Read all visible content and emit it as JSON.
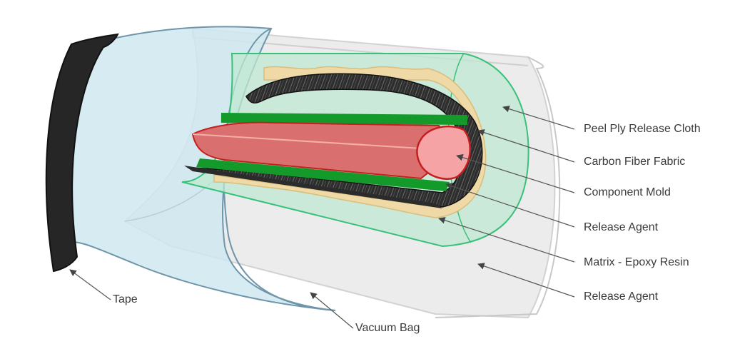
{
  "labels": {
    "peel_ply": "Peel Ply Release Cloth",
    "carbon_fiber": "Carbon Fiber Fabric",
    "component_mold": "Component Mold",
    "release_agent_inner": "Release Agent",
    "matrix": "Matrix - Epoxy Resin",
    "release_agent_outer": "Release Agent",
    "tape": "Tape",
    "vacuum_bag": "Vacuum Bag"
  },
  "colors": {
    "vacuum_bag": "#cfe9f0",
    "vacuum_bag_edge": "#6f95aa",
    "release_agent_shell": "#ececec",
    "peel_ply": "#bfe8d2",
    "peel_ply_edge": "#39c07a",
    "resin": "#efd9a6",
    "carbon": "#2b2b2b",
    "release_green": "#139a2a",
    "mold": "#d9706f",
    "mold_face": "#f6a3a5",
    "mold_edge": "#c41f1f",
    "tape": "#262626",
    "leader": "#555555"
  }
}
